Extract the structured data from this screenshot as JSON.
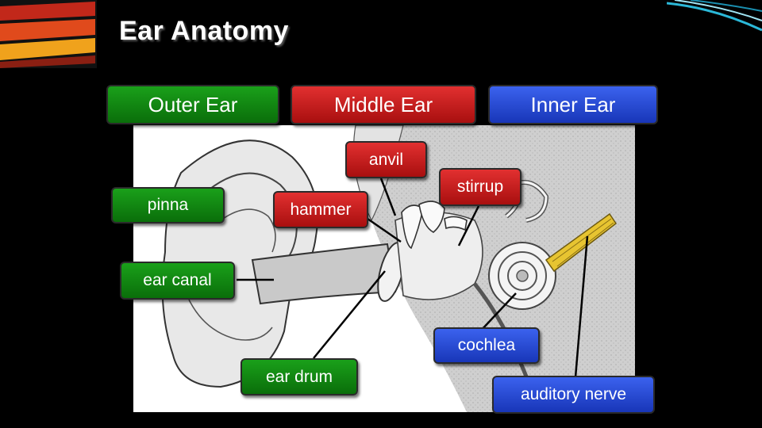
{
  "slide": {
    "title": "Ear Anatomy"
  },
  "sections": {
    "outer": "Outer Ear",
    "middle": "Middle Ear",
    "inner": "Inner Ear"
  },
  "labels": {
    "anvil": "anvil",
    "stirrup": "stirrup",
    "pinna": "pinna",
    "hammer": "hammer",
    "ear_canal": "ear canal",
    "cochlea": "cochlea",
    "ear_drum": "ear drum",
    "auditory_nerve": "auditory nerve"
  },
  "colors": {
    "outer": "#118a11",
    "middle": "#c81e1e",
    "inner": "#2a4de0"
  }
}
